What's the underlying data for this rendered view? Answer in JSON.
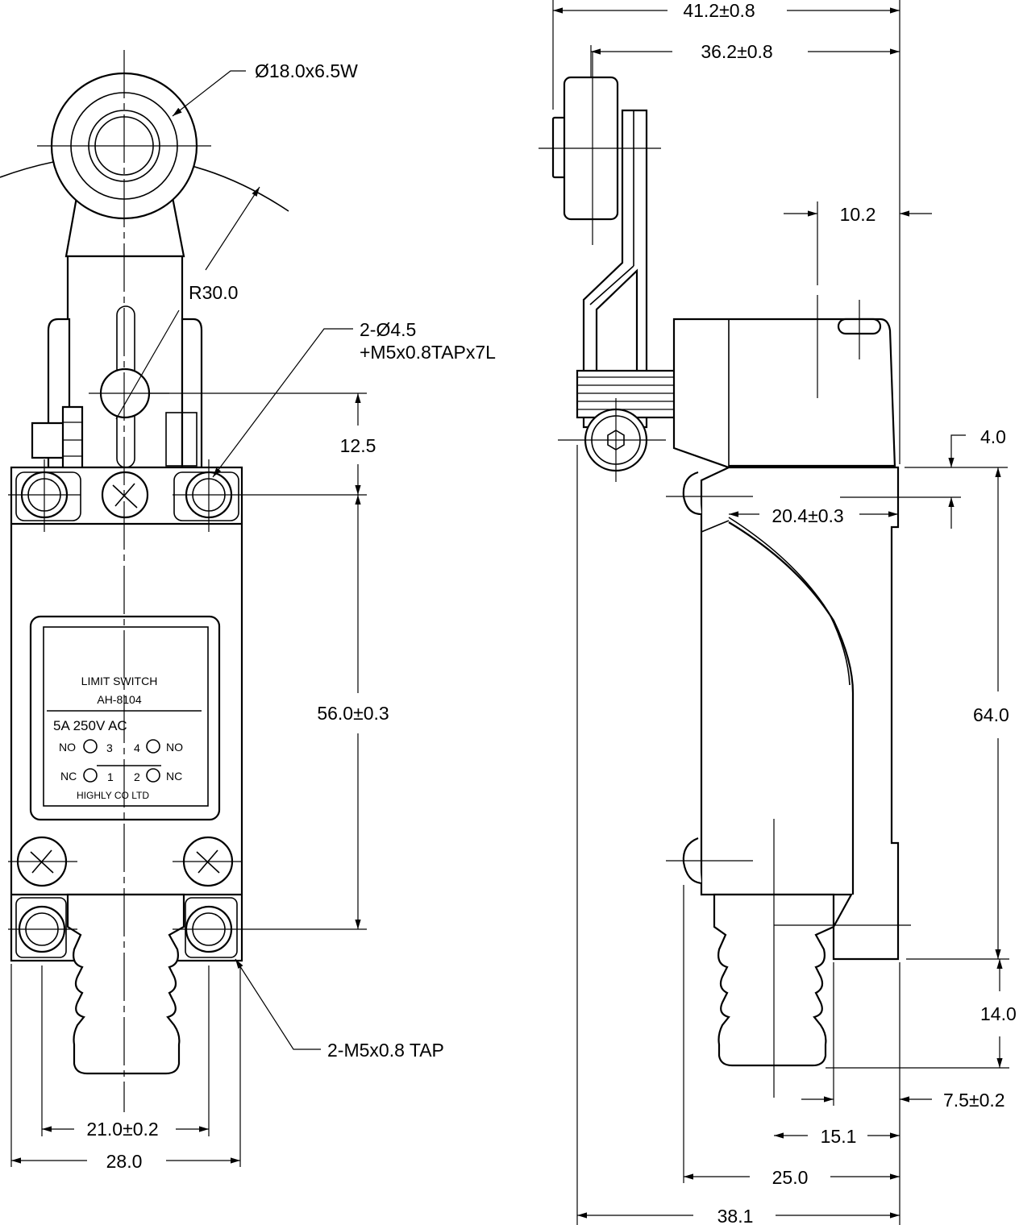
{
  "front_view": {
    "roller_callout": "Ø18.0x6.5W",
    "radius_callout": "R30.0",
    "hole_callout_line1": "2-Ø4.5",
    "hole_callout_line2": "+M5x0.8TAPx7L",
    "dim_pivot_to_holes": "12.5",
    "dim_hole_spacing_vertical": "56.0±0.3",
    "tap_callout": "2-M5x0.8 TAP",
    "dim_bottom_hole_spacing": "21.0±0.2",
    "dim_body_width": "28.0",
    "nameplate": {
      "line1": "LIMIT SWITCH",
      "line2": "AH-8104",
      "rating": "5A 250V AC",
      "no_left": "NO",
      "no_right": "NO",
      "nc_left": "NC",
      "nc_right": "NC",
      "t3": "3",
      "t4": "4",
      "t1": "1",
      "t2": "2",
      "maker": "HIGHLY CO LTD"
    }
  },
  "side_view": {
    "dim_overall_to_roller_edge": "41.2±0.8",
    "dim_to_roller_center": "36.2±0.8",
    "dim_head_offset": "10.2",
    "dim_head_step": "4.0",
    "dim_head_depth": "20.4±0.3",
    "dim_body_height": "64.0",
    "dim_boot_height": "14.0",
    "dim_boot_offset": "7.5±0.2",
    "dim_boot_width": "15.1",
    "dim_body_depth": "25.0",
    "dim_overall_depth": "38.1"
  }
}
